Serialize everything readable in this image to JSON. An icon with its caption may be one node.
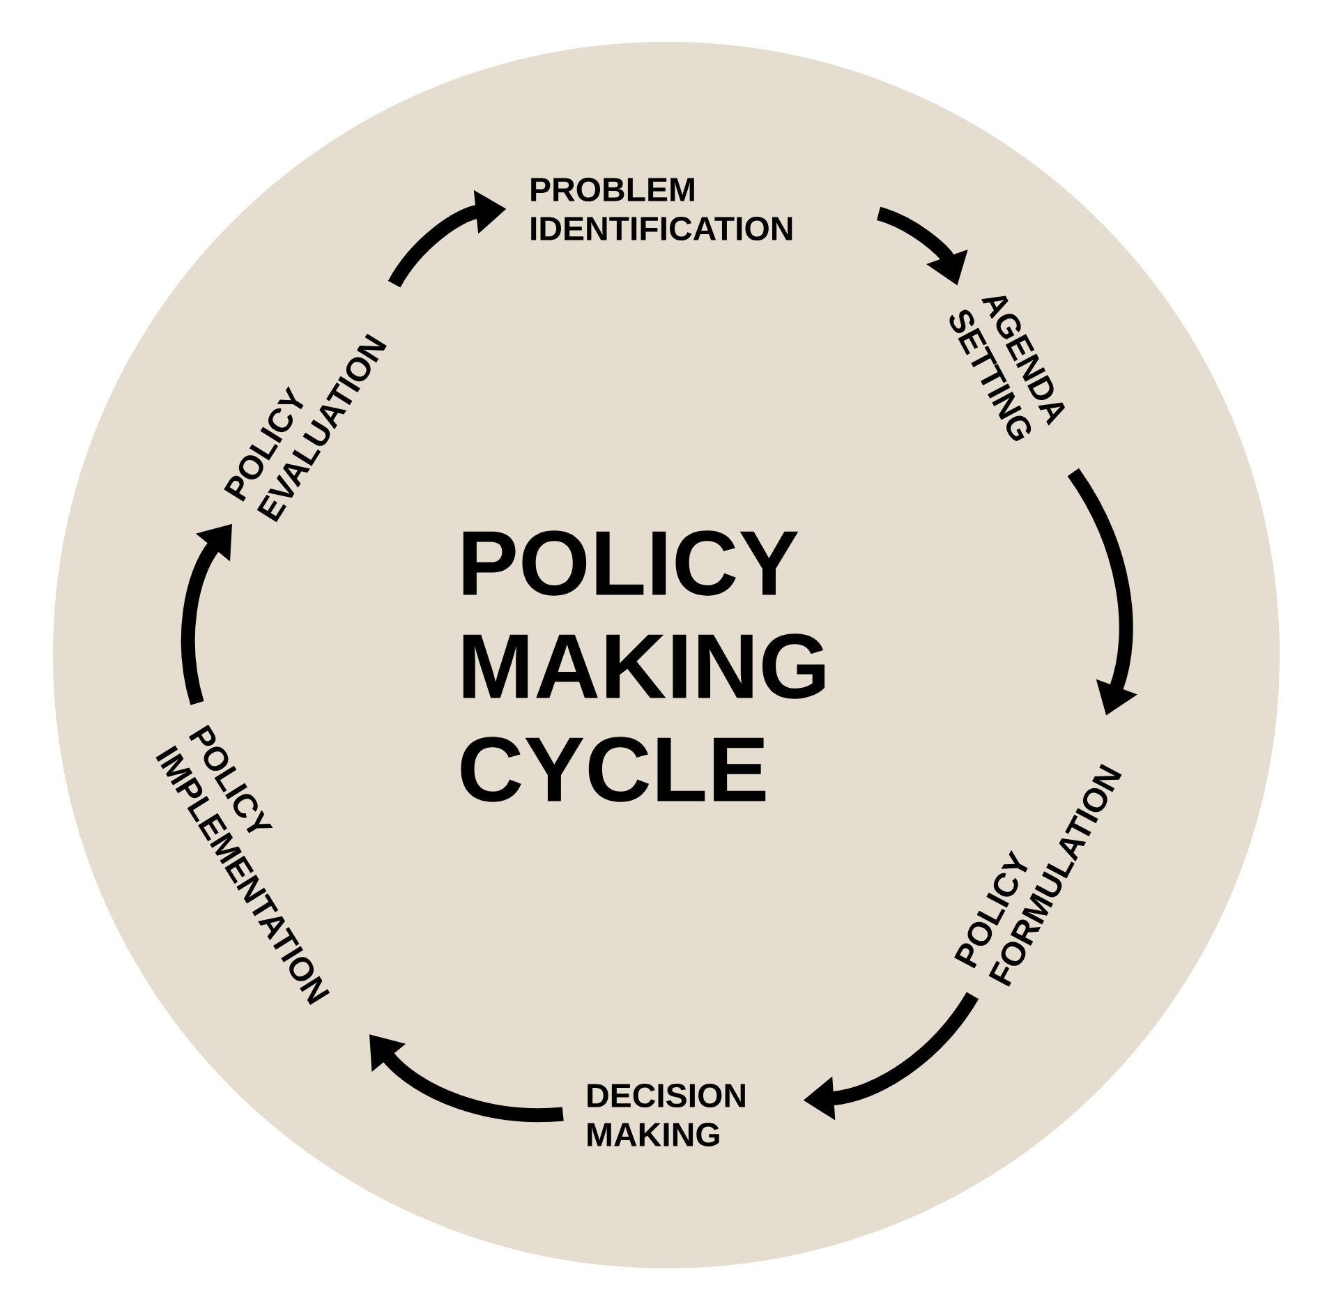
{
  "diagram": {
    "title": "POLICY MAKING CYCLE",
    "nodes": [
      {
        "text": [
          "PROBLEM IDENTIFICATION"
        ]
      },
      {
        "text": [
          "AGENDA SETTING"
        ]
      },
      {
        "text": [
          "POLICY FORMULATION"
        ]
      },
      {
        "text": [
          "DECISION MAKING"
        ]
      },
      {
        "text": [
          "POLICY IMPLEMENTATION"
        ]
      },
      {
        "text": [
          "POLICY EVALUATION"
        ]
      }
    ],
    "edges": [
      {
        "from": 0,
        "to": 1,
        "arrow": "to"
      },
      {
        "from": 1,
        "to": 2,
        "arrow": "to"
      },
      {
        "from": 2,
        "to": 3,
        "arrow": "to"
      },
      {
        "from": 3,
        "to": 4,
        "arrow": "to"
      },
      {
        "from": 4,
        "to": 5,
        "arrow": "to"
      },
      {
        "from": 5,
        "to": 0,
        "arrow": "to"
      }
    ]
  }
}
